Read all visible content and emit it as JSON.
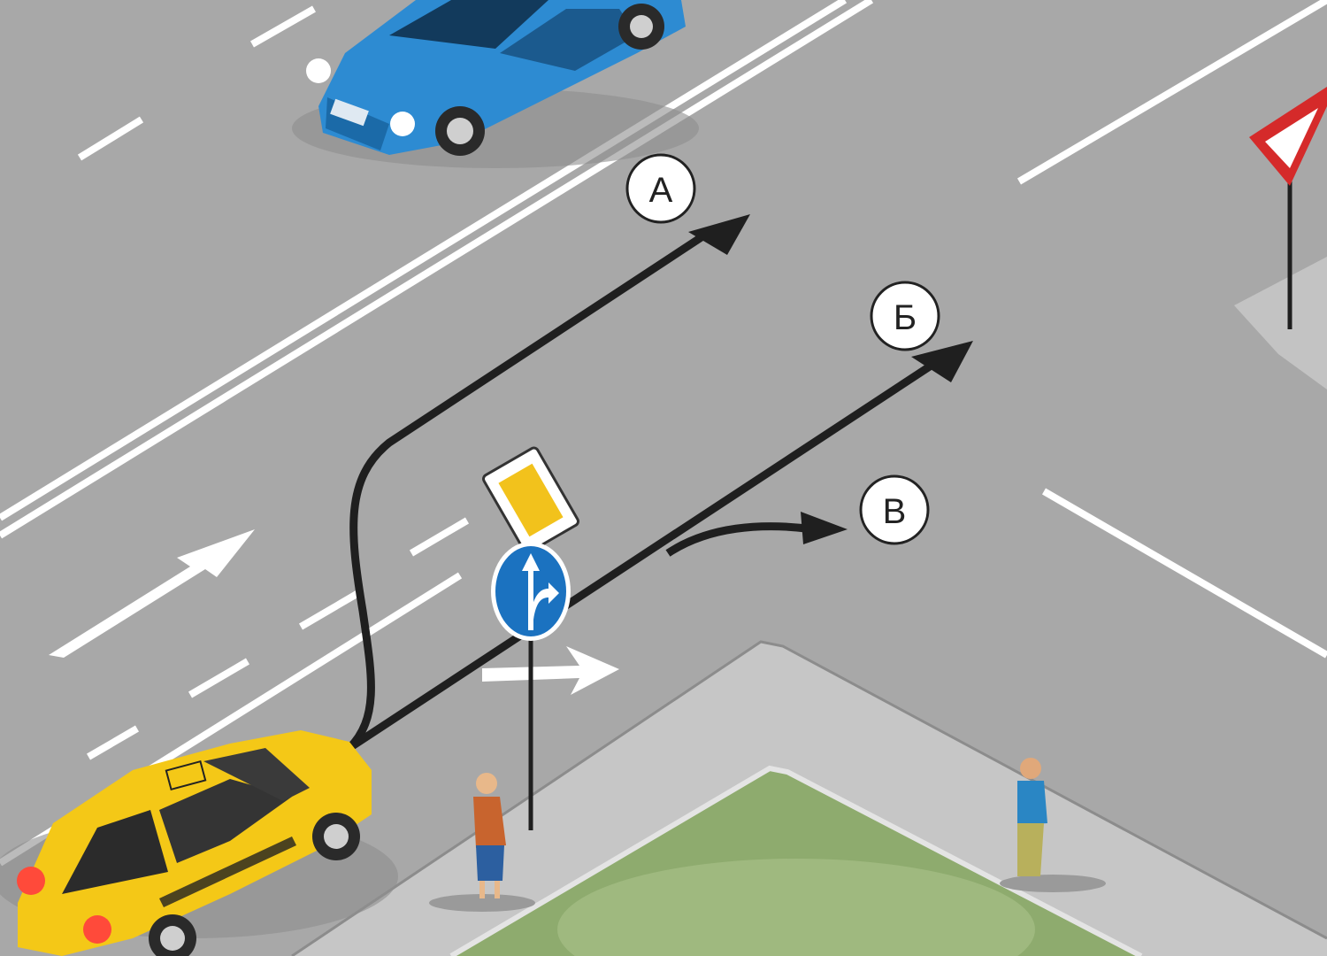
{
  "labels": {
    "route_a": "А",
    "route_b": "Б",
    "route_c": "В"
  },
  "colors": {
    "road": "#a8a8a8",
    "lane_marking": "#ffffff",
    "sidewalk": "#c6c6c6",
    "grass": "#8eab6e",
    "route_arrow": "#1f1f1f",
    "taxi": "#f4c817",
    "blue_car": "#2d8bd2",
    "sign_blue": "#1b72c0",
    "sign_yellow": "#f2c21c",
    "sign_red": "#d52a2a"
  },
  "signs": {
    "main_road": "main-road-sign",
    "lane_directions": "lane-direction-sign",
    "give_way": "give-way-sign"
  }
}
